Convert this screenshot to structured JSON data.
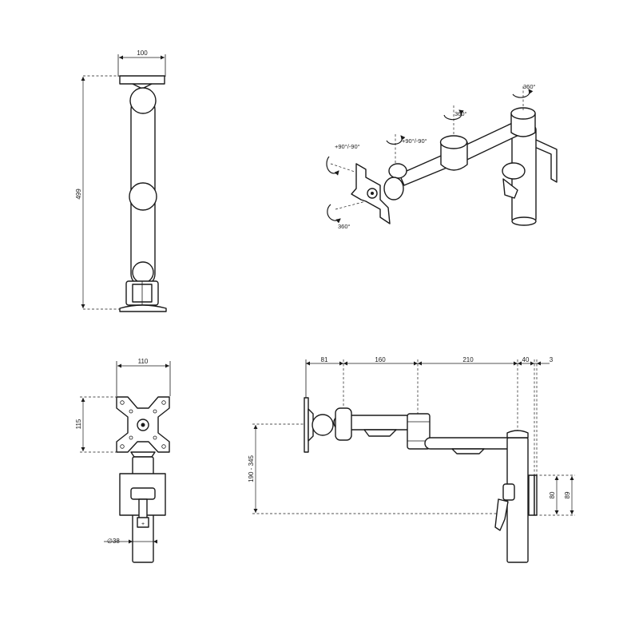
{
  "drawing": {
    "top_view": {
      "width_mm": "100",
      "height_mm": "499"
    },
    "iso_view": {
      "rotation_pole": "360°",
      "rotation_middle": "360°",
      "rotation_tilt_1": "+90°/-90°",
      "rotation_tilt_2": "+90°/-90°",
      "rotation_head": "360°"
    },
    "front_view": {
      "plate_width": "110",
      "plate_height": "115",
      "pole_diameter": "∅38"
    },
    "side_view": {
      "seg_1": "81",
      "seg_2": "160",
      "seg_3": "210",
      "seg_4": "40",
      "seg_5": "3",
      "height_range": "190 - 345",
      "clamp_80": "80",
      "clamp_89": "89"
    }
  }
}
